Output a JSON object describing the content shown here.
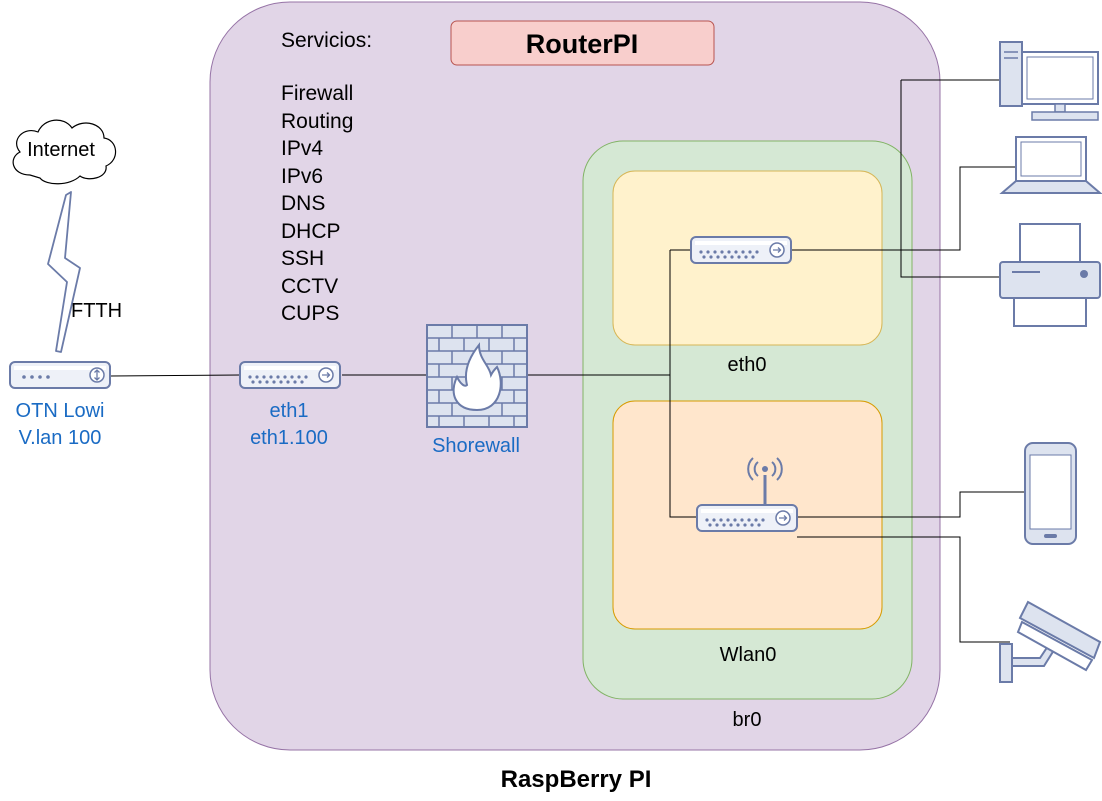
{
  "title": "RouterPI",
  "footer": "RaspBerry PI",
  "services": {
    "heading": "Servicios:",
    "items": [
      "Firewall",
      "Routing",
      "IPv4",
      "IPv6",
      "DNS",
      "DHCP",
      "SSH",
      "CCTV",
      "CUPS"
    ]
  },
  "internet": {
    "label": "Internet",
    "link_label": "FTTH"
  },
  "otn": {
    "line1": "OTN Lowi",
    "line2": "V.lan 100"
  },
  "eth1": {
    "line1": "eth1",
    "line2": "eth1.100"
  },
  "firewall": {
    "label": "Shorewall"
  },
  "bridge": {
    "label": "br0"
  },
  "eth0": {
    "label": "eth0"
  },
  "wlan0": {
    "label": "Wlan0"
  },
  "colors": {
    "outer_fill": "#e1d5e7",
    "outer_stroke": "#9673a6",
    "bridge_fill": "#d5e8d4",
    "bridge_stroke": "#82b366",
    "eth0_fill": "#fff2cc",
    "eth0_stroke": "#d6b656",
    "wlan_fill": "#ffe6cc",
    "wlan_stroke": "#d79b00",
    "title_fill": "#f8cecc",
    "title_stroke": "#b85450",
    "blue_text": "#1a6bc4",
    "device_fill": "#eef1f8",
    "device_stroke": "#6b7ba8"
  },
  "icons": [
    "cloud-icon",
    "lightning-icon",
    "router-icon",
    "switch-icon",
    "firewall-icon",
    "wireless-router-icon",
    "desktop-icon",
    "laptop-icon",
    "printer-icon",
    "smartphone-icon",
    "cctv-camera-icon"
  ]
}
